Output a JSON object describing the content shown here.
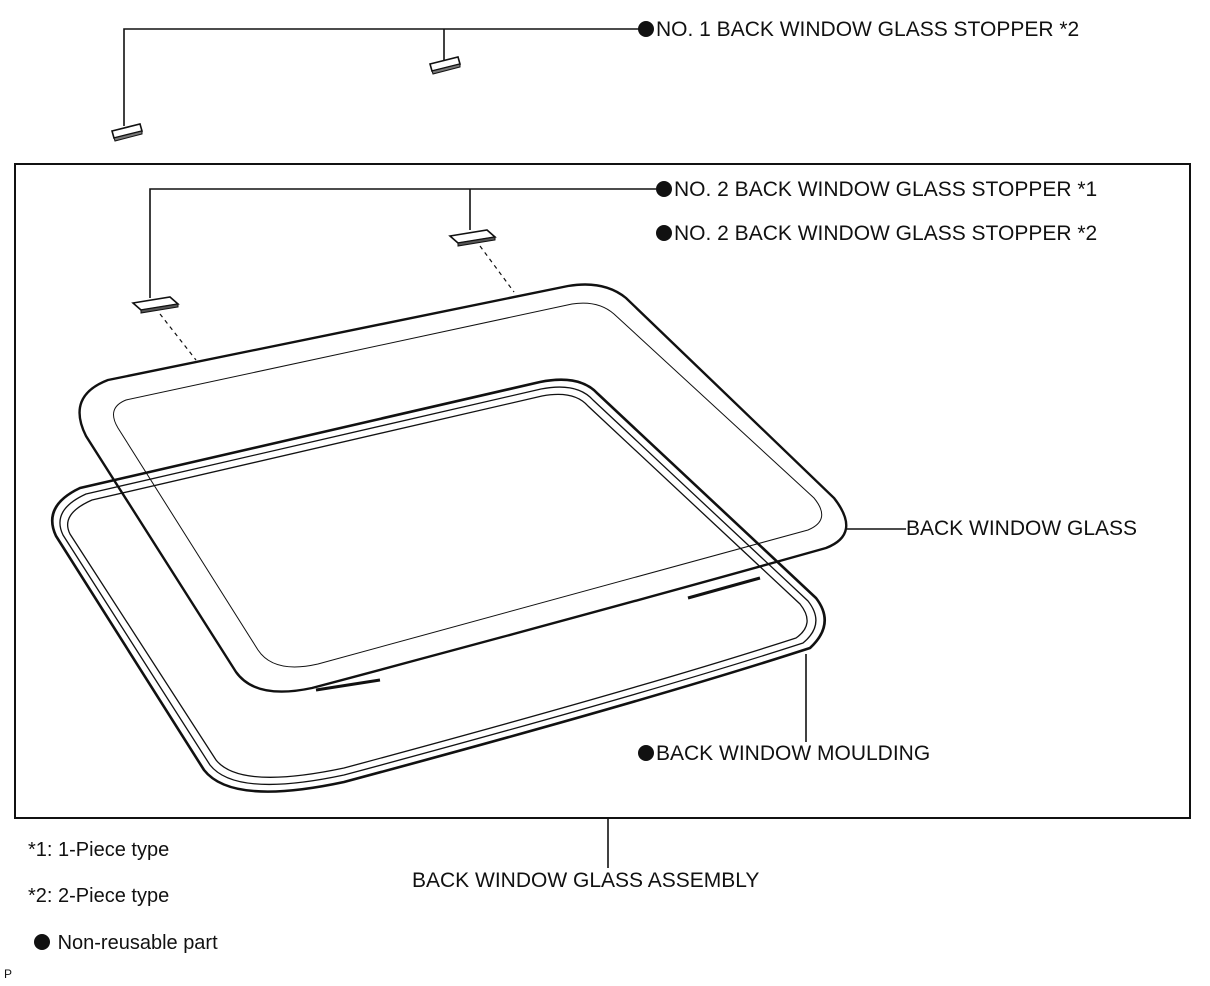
{
  "callouts": {
    "no1_stopper": "NO. 1 BACK WINDOW GLASS STOPPER *2",
    "no2_stopper_1piece": "NO. 2 BACK WINDOW GLASS STOPPER *1",
    "no2_stopper_2piece": "NO. 2 BACK WINDOW GLASS STOPPER *2",
    "back_window_glass": "BACK WINDOW GLASS",
    "back_window_moulding": "BACK WINDOW MOULDING",
    "assembly": "BACK WINDOW GLASS ASSEMBLY"
  },
  "legend": {
    "piece1": "*1: 1-Piece type",
    "piece2": "*2: 2-Piece type",
    "nonreusable": "Non-reusable part"
  },
  "corner_code": "P",
  "icons": {
    "non_reusable_marker": "filled-circle-icon"
  }
}
